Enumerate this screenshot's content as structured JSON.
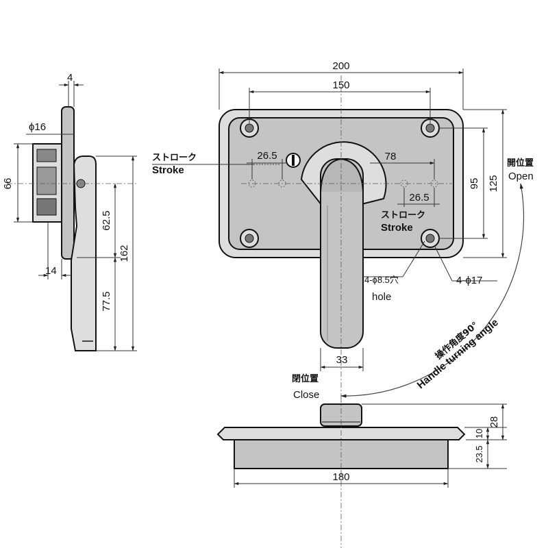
{
  "dimensions": {
    "top_width_200": "200",
    "top_width_150": "150",
    "stroke_left_26_5": "26.5",
    "offset_78": "78",
    "stroke_right_26_5": "26.5",
    "height_95": "95",
    "height_125": "125",
    "handle_width_33": "33",
    "side_width_4": "4",
    "side_dia_16": "ϕ16",
    "side_height_66": "66",
    "side_62_5": "62.5",
    "side_77_5": "77.5",
    "side_162": "162",
    "side_14": "14",
    "bottom_width_180": "180",
    "bottom_28": "28",
    "bottom_10": "10",
    "bottom_23_5": "23.5"
  },
  "labels": {
    "stroke_jp_left": "ストローク",
    "stroke_en_left": "Stroke",
    "stroke_jp_right": "ストローク",
    "stroke_en_right": "Stroke",
    "hole_dia": "4-ϕ8.5穴",
    "hole_en": "hole",
    "boss_dia": "4-ϕ17",
    "open_jp": "開位置",
    "open_en": "Open",
    "close_jp": "閉位置",
    "close_en": "Close",
    "angle_jp": "操作角度90°",
    "angle_en": "Handle turning angle"
  }
}
